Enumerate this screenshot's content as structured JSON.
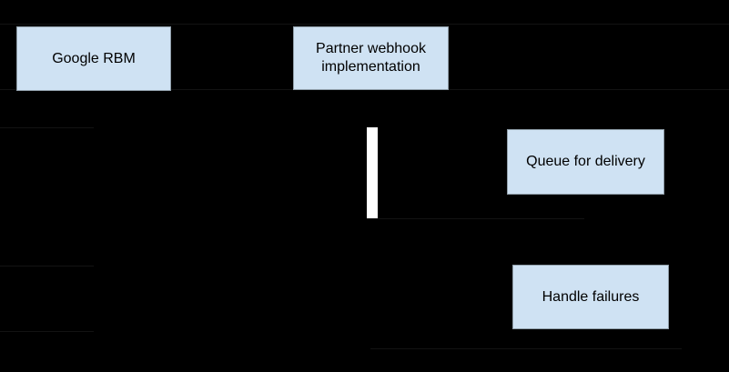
{
  "diagram": {
    "type": "sequence-flow",
    "background_color": "#000000",
    "node_fill_color": "#cfe2f3",
    "node_text_color": "#000000",
    "activation_bar_color": "#ffffff",
    "faint_line_color": "#131313",
    "nodes": {
      "google_rbm": {
        "label": "Google RBM"
      },
      "partner_webhook": {
        "label": "Partner webhook implementation"
      },
      "queue_for_delivery": {
        "label": "Queue for delivery"
      },
      "handle_failures": {
        "label": "Handle failures"
      }
    }
  }
}
